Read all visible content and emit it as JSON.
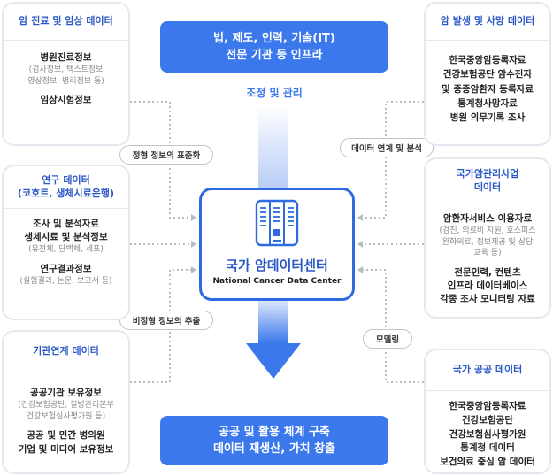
{
  "left_cards": [
    {
      "title": "암 진료 및 임상 데이터",
      "items": [
        {
          "main": "병원진료정보",
          "sub": "(검사정보, 텍스트정보\n영상정보, 병리정보 등)"
        },
        {
          "main": "임상시험정보",
          "sub": ""
        }
      ]
    },
    {
      "title": "연구 데이터\n(코호트, 생체시료은행)",
      "items": [
        {
          "main": "조사 및 분석자료\n생체시료 및 분석정보",
          "sub": "(유전체, 단백체, 세포)"
        },
        {
          "main": "연구결과정보",
          "sub": "(실험결과, 논문, 보고서 등)"
        }
      ]
    },
    {
      "title": "기관연계 데이터",
      "items": [
        {
          "main": "공공기관 보유정보",
          "sub": "(건강보험공단, 질병관리본부\n건강보험심사평가원 등)"
        },
        {
          "main": "공공 및 민간 병의원\n기업 및 미디어 보유정보",
          "sub": ""
        }
      ]
    }
  ],
  "right_cards": [
    {
      "title": "암 발생 및 사망 데이터",
      "items": [
        {
          "main": "한국중앙암등록자료\n건강보험공단 암수진자\n및 중증암환자 등록자료\n통계청사망자료\n병원 의무기록 조사",
          "sub": ""
        }
      ]
    },
    {
      "title": "국가암관리사업\n데이터",
      "items": [
        {
          "main": "암환자서비스 이용자료",
          "sub": "(검진, 의료비 지원, 호스피스\n완화의료, 정보제공 및 상담\n교육 등)"
        },
        {
          "main": "전문인력, 컨텐츠\n인프라 데이터베이스\n각종 조사 모니터링 자료",
          "sub": ""
        }
      ]
    },
    {
      "title": "국가 공공 데이터",
      "items": [
        {
          "main": "한국중앙암등록자료\n건강보험공단\n건강보험심사평가원\n통계청 데이터\n보건의료 중심 암 데이터",
          "sub": ""
        }
      ]
    }
  ],
  "top_banner": {
    "line1": "법, 제도, 인력, 기술(IT)",
    "line2": "전문 기관 등 인프라"
  },
  "bottom_banner": {
    "line1": "공공 및 활용 체계 구축",
    "line2": "데이터 재생산, 가치 창출"
  },
  "coordination_label": "조정 및 관리",
  "center": {
    "title": "국가 암데이터센터",
    "subtitle": "National Cancer Data Center",
    "icon": "server-rack-icon"
  },
  "pills": {
    "standardization": "정형 정보의 표준화",
    "extraction": "비정형 정보의 추출",
    "linkage": "데이터 연계 및 분석",
    "modeling": "모델링"
  },
  "colors": {
    "accent": "#3b78ec",
    "title_blue": "#2b57c7",
    "border": "#e4e9ef",
    "dots": "#b5bcc4"
  }
}
